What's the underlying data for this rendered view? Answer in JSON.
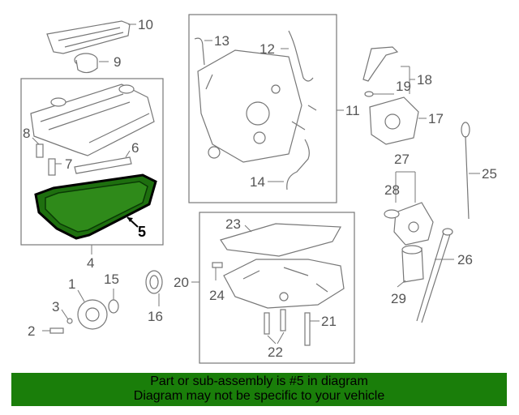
{
  "callouts": {
    "c1": "1",
    "c2": "2",
    "c3": "3",
    "c4": "4",
    "c5": "5",
    "c6": "6",
    "c7": "7",
    "c8": "8",
    "c9": "9",
    "c10": "10",
    "c11": "11",
    "c12": "12",
    "c13": "13",
    "c14": "14",
    "c15": "15",
    "c16": "16",
    "c17": "17",
    "c18": "18",
    "c19": "19",
    "c20": "20",
    "c21": "21",
    "c22": "22",
    "c23": "23",
    "c24": "24",
    "c25": "25",
    "c26": "26",
    "c27": "27",
    "c28": "28",
    "c29": "29"
  },
  "highlight": {
    "part_number": "5",
    "color": "#1a7e0a",
    "gasket_color": "#1e6f0f"
  },
  "banner": {
    "line1": "Part or sub-assembly is #5 in diagram",
    "line2": "Diagram may not be specific to your vehicle",
    "background": "#1a7e0a"
  }
}
